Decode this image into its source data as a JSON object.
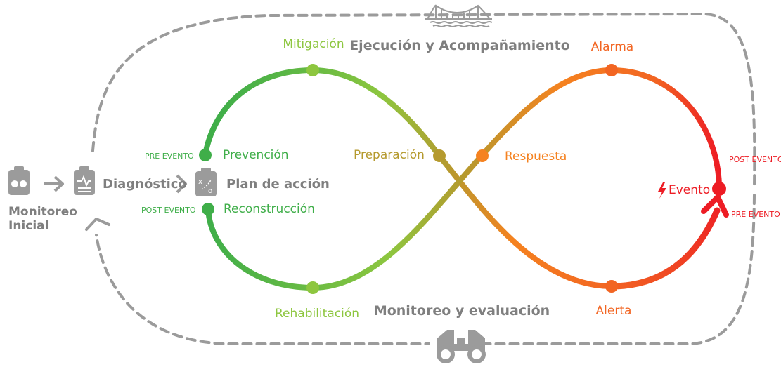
{
  "colors": {
    "green": "#3fae49",
    "light_green": "#8dc63f",
    "olive": "#b59a2e",
    "orange": "#f58220",
    "red": "#ed1c24",
    "gray": "#9b9b9b",
    "dark_gray": "#7f7f7f"
  },
  "outer_loop": {
    "top_label": "Ejecución y Acompañamiento",
    "bottom_label": "Monitoreo y evaluación",
    "top_icon": "bridge-icon",
    "bottom_icon": "binoculars-icon"
  },
  "left_flow": {
    "monitoreo_line1": "Monitoreo",
    "monitoreo_line2": "Inicial",
    "diagnostico": "Diagnóstico",
    "plan": "Plan de acción"
  },
  "left_loop": {
    "mitigacion": "Mitigación",
    "prevencion": "Prevención",
    "reconstruccion": "Reconstrucción",
    "rehabilitacion": "Rehabilitación",
    "pre_evento": "PRE EVENTO",
    "post_evento": "POST EVENTO"
  },
  "center": {
    "preparacion": "Preparación",
    "respuesta": "Respuesta"
  },
  "right_loop": {
    "alarma": "Alarma",
    "alerta": "Alerta",
    "evento": "Evento",
    "post_evento": "POST EVENTO",
    "pre_evento": "PRE EVENTO"
  }
}
